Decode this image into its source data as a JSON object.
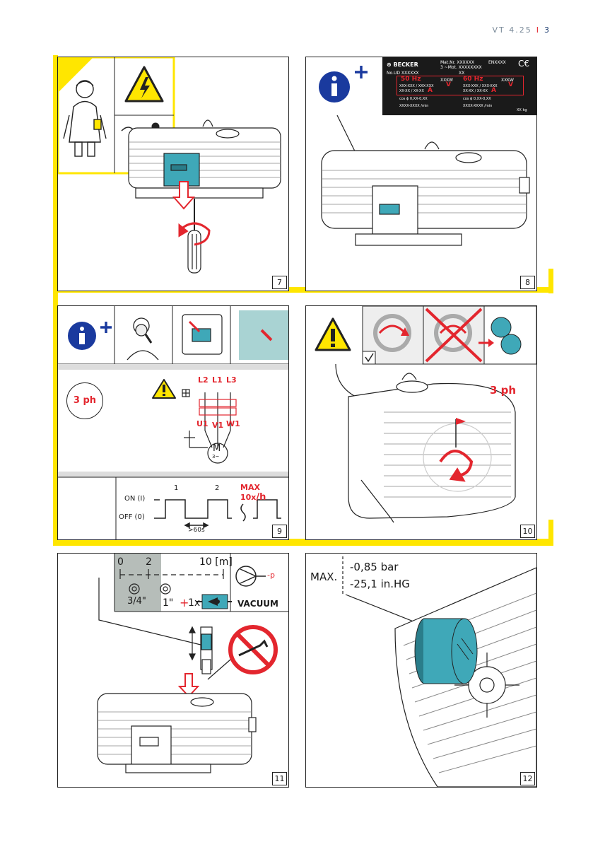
{
  "header": {
    "doc": "VT 4.25",
    "page": "3"
  },
  "panel7": {
    "number": "7"
  },
  "panel8": {
    "number": "8",
    "plate": {
      "brand": "BECKER",
      "mat_nr": "Mat.Nr. XXXXXX",
      "mot": "3 ~Mot. XXXXXXXX",
      "en": "ENXXXX",
      "no": "No.UD XXXXXX",
      "xx": "XX",
      "hz50": "50 Hz",
      "hz60": "60 Hz",
      "kw": "XXKW",
      "volt_row": "XXX-XXX / XXX-XXX",
      "v": "V",
      "amp_row": "XX-XX / XX-XX",
      "a": "A",
      "cos": "cos ϕ  0,XX-0,XX",
      "rpm": "XXXX-XXXX /min",
      "kg": "XX kg"
    }
  },
  "panel9": {
    "number": "9",
    "three_ph": "3 ph",
    "terminals_top": [
      "L2",
      "L1",
      "L3"
    ],
    "terminals_bottom": [
      "U1",
      "V1",
      "W1"
    ],
    "motor": "M",
    "motor_sub": "3~",
    "on_label": "ON (I)",
    "off_label": "OFF (0)",
    "cycle1": "1",
    "cycle2": "2",
    "max": "MAX 10x",
    "per_h": "/h",
    "delay": ">60s"
  },
  "panel10": {
    "number": "10",
    "three_ph": "3 ph"
  },
  "panel11": {
    "number": "11",
    "scale0": "0",
    "scale2": "2",
    "scale10": "10 [m]",
    "size1": "3/4\"",
    "size2": "1\"",
    "plus": "+",
    "onex": "1x",
    "minus_p": "-p",
    "vacuum": "VACUUM"
  },
  "panel12": {
    "number": "12",
    "max": "MAX.",
    "bar": "-0,85 bar",
    "inhg": "-25,1 in.HG"
  }
}
